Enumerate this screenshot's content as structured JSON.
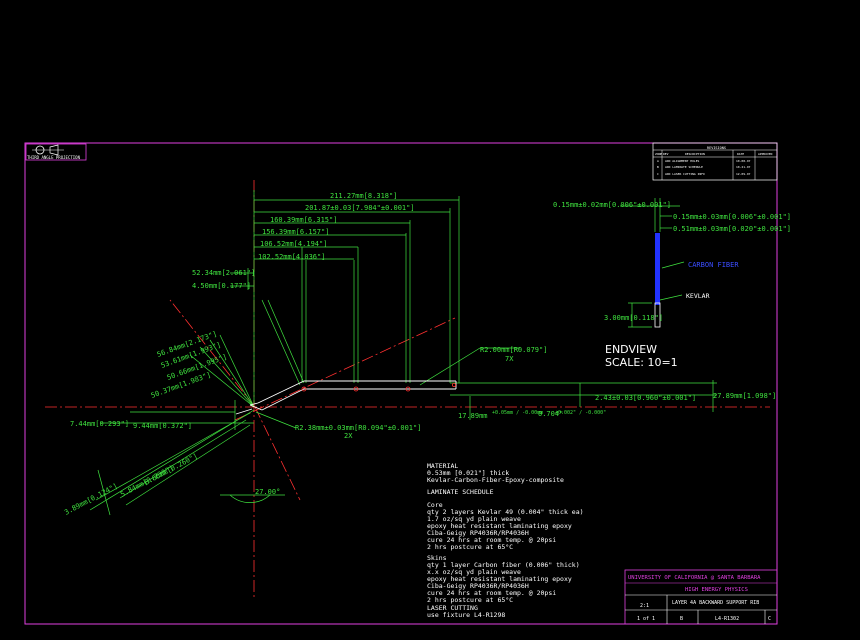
{
  "colors": {
    "background": "#000000",
    "dimension": "#3fe23f",
    "part": "#ffffff",
    "frame": "#e040e0",
    "centerline": "#ff3030",
    "fiber": "#2233ff"
  },
  "corner_block": {
    "projection": "THIRD ANGLE PROJECTION"
  },
  "dims_top": [
    "211.27mm[8.318\"]",
    "201.87±0.03[7.984\"±0.001\"]",
    "160.39mm[6.315\"]",
    "156.39mm[6.157\"]",
    "106.52mm[4.194\"]",
    "102.52mm[4.036\"]"
  ],
  "dims_left": [
    "52.34mm[2.061\"]",
    "4.50mm[0.177\"]"
  ],
  "dims_angled": [
    "56.84mm[2.173\"]",
    "53.61mm[1.993\"]",
    "50.66mm[1.995\"]",
    "50.37mm[1.983\"]"
  ],
  "dims_misc": {
    "r_top": "R2.00mm[R0.079\"]",
    "r_top_count": "7X",
    "r_bottom": "R2.38mm±0.03mm[R0.094\"±0.001\"]",
    "r_bottom_count": "2X",
    "left1": "7.44mm[0.293\"]",
    "left2": "9.44mm[0.372\"]",
    "right1": "2.43±0.03[0.960\"±0.001\"]",
    "right2": "27.89mm[1.098\"]",
    "mid1": "17.89mm",
    "mid_tol": "+0.05mm / -0.00mm",
    "mid2": "0.704\"",
    "mid2_tol": "+0.002\" / -0.000\"",
    "low1": "3.89mm[0.124\"]",
    "low2": "5.84mm[0.230\"]",
    "low3": "6.60mm[0.260\"]",
    "angle": "27.00°"
  },
  "endview": {
    "dim_top": "0.15mm±0.02mm[0.006\"±0.001\"]",
    "dim_r1": "0.15mm±0.03mm[0.006\"±0.001\"]",
    "dim_r2": "0.51mm±0.03mm[0.020\"±0.001\"]",
    "carbon_label": "CARBON FIBER",
    "kevlar_label": "KEVLAR",
    "height_dim": "3.00mm[0.118\"]",
    "title": "ENDVIEW",
    "scale": "SCALE: 10=1"
  },
  "notes": [
    "MATERIAL",
    "0.53mm [0.021\"] thick",
    "Kevlar-Carbon-Fiber-Epoxy-composite",
    "",
    "LAMINATE SCHEDULE",
    "",
    "Core",
    "  qty 2 layers Kevlar 49 (0.004\" thick ea)",
    "  1.7 oz/sq yd plain weave",
    "  epoxy heat resistant laminating epoxy",
    "  Ciba-Geigy RP4036R/RP4036H",
    "  cure 24 hrs at room temp. @ 20psi",
    "  2 hrs postcure at 65°C",
    "",
    "Skins",
    "  qty 1 layer Carbon fiber (0.006\" thick)",
    "  x.x oz/sq yd plain weave",
    "  epoxy heat resistant laminating epoxy",
    "  Ciba-Geigy RP4036R/RP4036H",
    "  cure 24 hrs at room temp. @ 20psi",
    "  2 hrs postcure at 65°C",
    "",
    "LASER CUTTING",
    "use fixture L4-R1298"
  ],
  "revision_table": {
    "header": "REVISIONS",
    "cols": [
      "ZONE",
      "REV",
      "DESCRIPTION",
      "DATE",
      "APPROVED"
    ],
    "rows": [
      {
        "rev": "A",
        "desc": "ADD ALIGNMENT HOLES",
        "date": "10-08-97"
      },
      {
        "rev": "B",
        "desc": "ADD LAMINATE SCHEDULE",
        "date": "10-21-97"
      },
      {
        "rev": "C",
        "desc": "ADD LASER CUTTING INFO",
        "date": "12-09-97"
      }
    ]
  },
  "title_block": {
    "university": "UNIVERSITY OF CALIFORNIA @ SANTA BARBARA",
    "group": "HIGH ENERGY PHYSICS",
    "title": "LAYER 4A BACKWARD SUPPORT RIB",
    "scale": "2:1",
    "dwg_no": "L4-R1302",
    "size": "B",
    "rev": "C",
    "sheet": "1 of 1"
  }
}
